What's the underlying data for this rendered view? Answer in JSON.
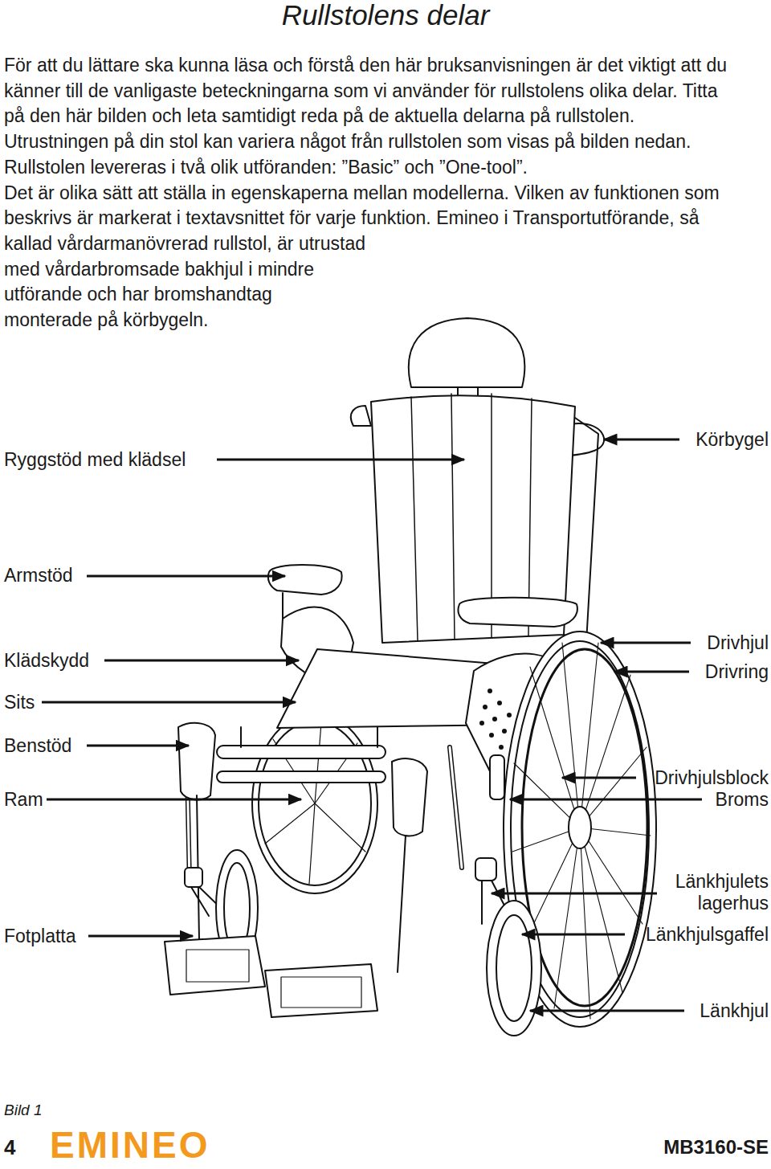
{
  "diagram": {
    "title": "Rullstolens delar",
    "labels": [
      "För att du lättare ska kunna läsa och förstå den här bruksanvisningen är det viktigt att du känner till de vanligaste beteckningarna som vi använder för rullstolens olika delar. Titta på den här bilden och leta samtidigt reda på de aktuella delarna på rullstolen.",
      "Utrustningen på din stol kan variera något från rullstolen som visas på bilden nedan. Rullstolen levereras i två olik utföranden: ”Basic” och ”One-tool”.",
      "Det är olika sätt att ställa in egenskaperna mellan modellerna. Vilken av funktionen som beskrivs är markerat i textavsnittet för varje funktion. Emineo i Transportutförande, så kallad vårdarmanövrerad rullstol, är utrustad med vårdarbromsade bakhjul i mindre utförande och har bromshandtag monterade på körbygeln.",
      "Ryggstöd med klädsel",
      "Körbygel",
      "Armstöd",
      "Klädskydd",
      "Sits",
      "Benstöd",
      "Ram",
      "Fotplatta",
      "Drivhjul",
      "Drivring",
      "Drivhjulsblock",
      "Broms",
      "Länkhjulets lagerhus",
      "Länkhjulsgaffel",
      "Länkhjul",
      "Bild 1",
      "4",
      "EMINEO",
      "MB3160-SE"
    ]
  }
}
